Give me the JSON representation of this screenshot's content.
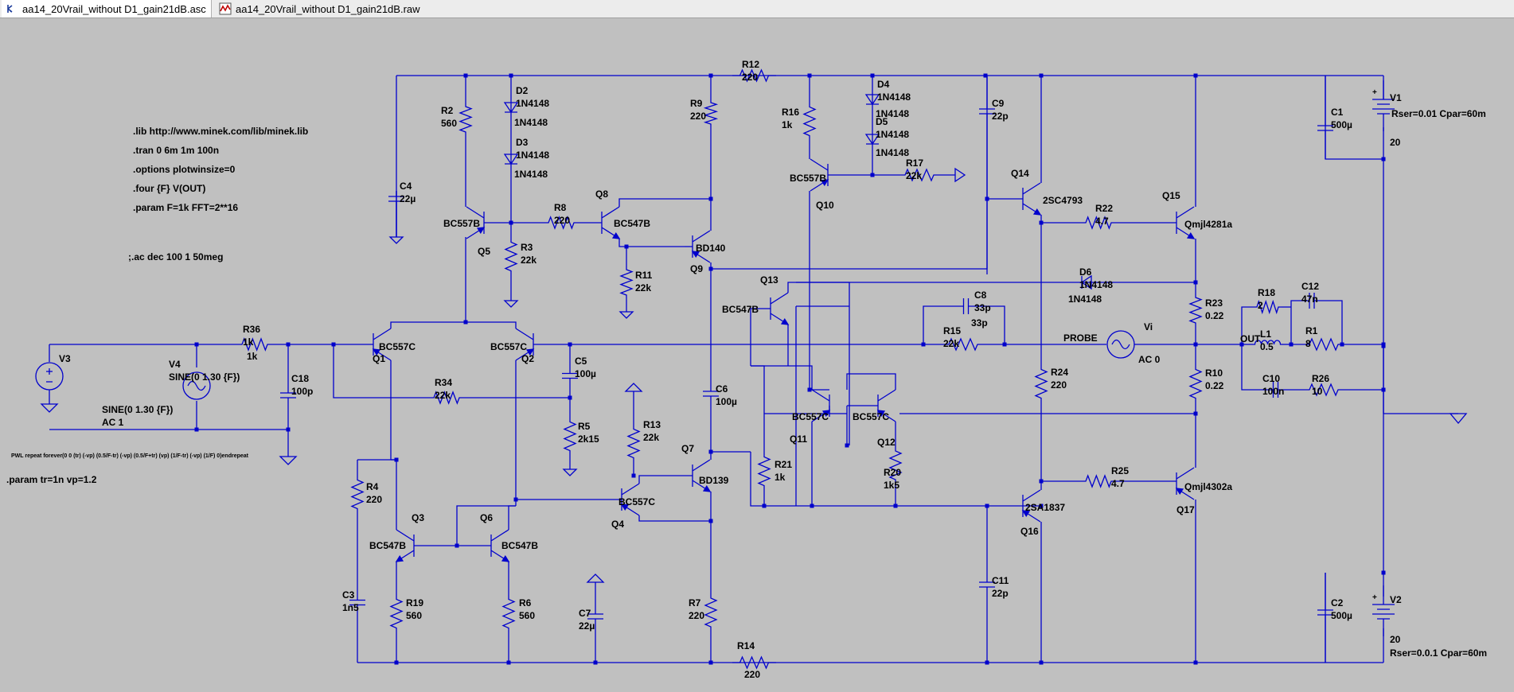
{
  "tabs": [
    {
      "label": "aa14_20Vrail_without D1_gain21dB.asc",
      "icon": "schematic-icon"
    },
    {
      "label": "aa14_20Vrail_without D1_gain21dB.raw",
      "icon": "waveform-icon"
    }
  ],
  "colors": {
    "background": "#c0c0c0",
    "wire": "#0000cc",
    "text": "#000000"
  },
  "directives": [
    ".lib http://www.minek.com/lib/minek.lib",
    ".tran 0 6m 1m 100n",
    ".options plotwinsize=0",
    ".four {F} V(OUT)",
    ".param F=1k FFT=2**16",
    ";.ac dec 100 1 50meg",
    "PWL repeat forever(0 0 (tr) (-vp) (0.5/F-tr) (-vp) (0.5/F+tr) (vp) (1/F-tr) (-vp) (1/F) 0)endrepeat",
    ".param tr=1n vp=1.2"
  ],
  "components": {
    "R36": {
      "name": "R36",
      "value": "1k"
    },
    "R2": {
      "name": "R2",
      "value": "560"
    },
    "R3": {
      "name": "R3",
      "value": "22k"
    },
    "R8": {
      "name": "R8",
      "value": "220"
    },
    "R9": {
      "name": "R9",
      "value": "220"
    },
    "R11": {
      "name": "R11",
      "value": "22k"
    },
    "R12": {
      "name": "R12",
      "value": "220"
    },
    "R16": {
      "name": "R16",
      "value": "1k"
    },
    "R17": {
      "name": "R17",
      "value": "22k"
    },
    "R22": {
      "name": "R22",
      "value": "4.7"
    },
    "R23": {
      "name": "R23",
      "value": "0.22"
    },
    "R18": {
      "name": "R18",
      "value": "2"
    },
    "R1": {
      "name": "R1",
      "value": "8"
    },
    "R15": {
      "name": "R15",
      "value": "22k"
    },
    "R10": {
      "name": "R10",
      "value": "0.22"
    },
    "R26": {
      "name": "R26",
      "value": "10"
    },
    "R34": {
      "name": "R34",
      "value": "22k"
    },
    "R5": {
      "name": "R5",
      "value": "2k15"
    },
    "R13": {
      "name": "R13",
      "value": "22k"
    },
    "R24": {
      "name": "R24",
      "value": "220"
    },
    "R21": {
      "name": "R21",
      "value": "1k"
    },
    "R20": {
      "name": "R20",
      "value": "1k5"
    },
    "R25": {
      "name": "R25",
      "value": "4.7"
    },
    "R4": {
      "name": "R4",
      "value": "220"
    },
    "R19": {
      "name": "R19",
      "value": "560"
    },
    "R6": {
      "name": "R6",
      "value": "560"
    },
    "R7": {
      "name": "R7",
      "value": "220"
    },
    "R14": {
      "name": "R14",
      "value": "220"
    },
    "C4": {
      "name": "C4",
      "value": "22µ"
    },
    "C9": {
      "name": "C9",
      "value": "22p"
    },
    "C1": {
      "name": "C1",
      "value": "500µ"
    },
    "C18": {
      "name": "C18",
      "value": "100p"
    },
    "C5": {
      "name": "C5",
      "value": "100µ"
    },
    "C6": {
      "name": "C6",
      "value": "100µ"
    },
    "C8": {
      "name": "C8",
      "value": "33p"
    },
    "C12": {
      "name": "C12",
      "value": "47n"
    },
    "C10": {
      "name": "C10",
      "value": "100n"
    },
    "C11": {
      "name": "C11",
      "value": "22p"
    },
    "C3": {
      "name": "C3",
      "value": "1n5"
    },
    "C7": {
      "name": "C7",
      "value": "22µ"
    },
    "C2": {
      "name": "C2",
      "value": "500µ"
    },
    "L1": {
      "name": "L1",
      "value": "0.5"
    },
    "D2": {
      "name": "D2",
      "value": "1N4148"
    },
    "D3": {
      "name": "D3",
      "value": "1N4148"
    },
    "D4": {
      "name": "D4",
      "value": "1N4148"
    },
    "D5": {
      "name": "D5",
      "value": "1N4148"
    },
    "D6": {
      "name": "D6",
      "value": "1N4148"
    },
    "Q1": {
      "name": "Q1",
      "value": "BC557C"
    },
    "Q2": {
      "name": "Q2",
      "value": "BC557C"
    },
    "Q3": {
      "name": "Q3",
      "value": "BC547B"
    },
    "Q4": {
      "name": "Q4",
      "value": "BC557C"
    },
    "Q5": {
      "name": "Q5",
      "value": "BC557B"
    },
    "Q6": {
      "name": "Q6",
      "value": "BC547B"
    },
    "Q7": {
      "name": "Q7",
      "value": "BD139"
    },
    "Q8": {
      "name": "Q8",
      "value": "BC547B"
    },
    "Q9": {
      "name": "Q9",
      "value": "BD140"
    },
    "Q10": {
      "name": "Q10",
      "value": "BC557B"
    },
    "Q11": {
      "name": "Q11",
      "value": "BC557C"
    },
    "Q12": {
      "name": "Q12",
      "value": "BC557C"
    },
    "Q13": {
      "name": "Q13",
      "value": "BC547B"
    },
    "Q14": {
      "name": "Q14",
      "value": "2SC4793"
    },
    "Q15": {
      "name": "Q15",
      "value": "Qmjl4281a"
    },
    "Q16": {
      "name": "Q16",
      "value": "2SA1837"
    },
    "Q17": {
      "name": "Q17",
      "value": "Qmjl4302a"
    },
    "V1": {
      "name": "V1",
      "value": "20",
      "extra": "Rser=0.01 Cpar=60m"
    },
    "V2": {
      "name": "V2",
      "value": "20",
      "extra": "Rser=0.0.1 Cpar=60m"
    },
    "V3": {
      "name": "V3",
      "value": ""
    },
    "V4": {
      "name": "V4",
      "value": "SINE(0 1.30 {F})",
      "extra": "AC 1"
    },
    "Vi": {
      "name": "Vi",
      "value": "AC 0"
    }
  },
  "net_labels": {
    "probe": "PROBE",
    "out": "OUT"
  }
}
